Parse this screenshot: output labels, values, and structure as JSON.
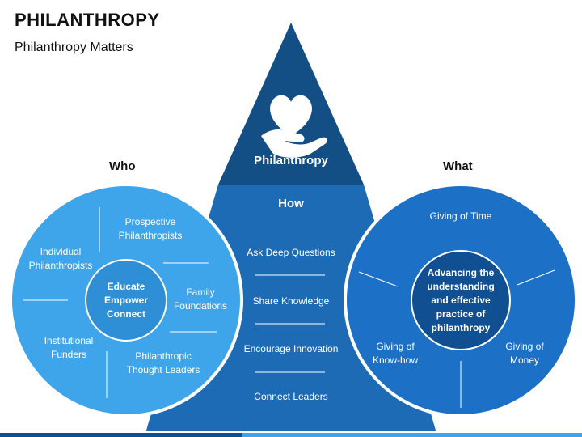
{
  "title": "PHILANTHROPY",
  "subtitle": "Philanthropy Matters",
  "pyramid": {
    "top_label": "Philanthropy",
    "icon": "heart-in-hand-icon",
    "section_title": "How",
    "items": [
      "Ask Deep Questions",
      "Share Knowledge",
      "Encourage Innovation",
      "Connect Leaders"
    ]
  },
  "who": {
    "heading": "Who",
    "center": [
      "Educate",
      "Empower",
      "Connect"
    ],
    "items": {
      "prospective": "Prospective Philanthropists",
      "individual": "Individual Philanthropists",
      "family": "Family Foundations",
      "institutional": "Institutional Funders",
      "thought": "Philanthropic Thought Leaders"
    }
  },
  "what": {
    "heading": "What",
    "center": "Advancing the understanding and effective practice of philanthropy",
    "items": {
      "time": "Giving of Time",
      "knowhow": "Giving of Know-how",
      "money": "Giving of Money"
    }
  },
  "colors": {
    "pyramid_top": "#134f85",
    "pyramid_bottom": "#1d6bb5",
    "who_outer": "#3fa5ea",
    "who_inner": "#2f8fd6",
    "what_outer": "#1c70c6",
    "what_inner": "#0f4f92"
  }
}
